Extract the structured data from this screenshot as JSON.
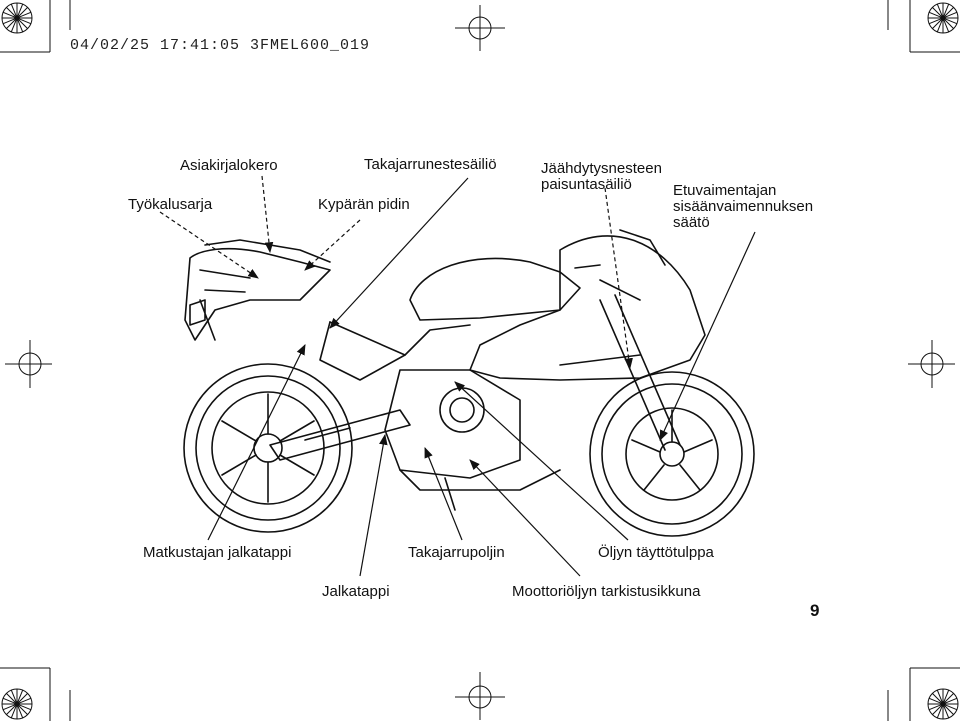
{
  "header": {
    "print_stamp": "04/02/25 17:41:05 3FMEL600_019"
  },
  "page_number": "9",
  "labels": {
    "tool_kit": "Työkalusarja",
    "document_compartment": "Asiakirjalokero",
    "helmet_holder": "Kypärän pidin",
    "rear_brake_reservoir": "Takajarrunestesäiliö",
    "coolant_reserve_line1": "Jäähdytysnesteen",
    "coolant_reserve_line2": "paisuntasäiliö",
    "fork_adjust_line1": "Etuvaimentajan",
    "fork_adjust_line2": "sisäänvaimennuksen",
    "fork_adjust_line3": "säätö",
    "passenger_footpeg": "Matkustajan jalkatappi",
    "rear_brake_pedal": "Takajarrupoljin",
    "oil_filler_cap": "Öljyn täyttötulppa",
    "footpeg": "Jalkatappi",
    "oil_inspection_window": "Moottoriöljyn tarkistusikkuna"
  }
}
